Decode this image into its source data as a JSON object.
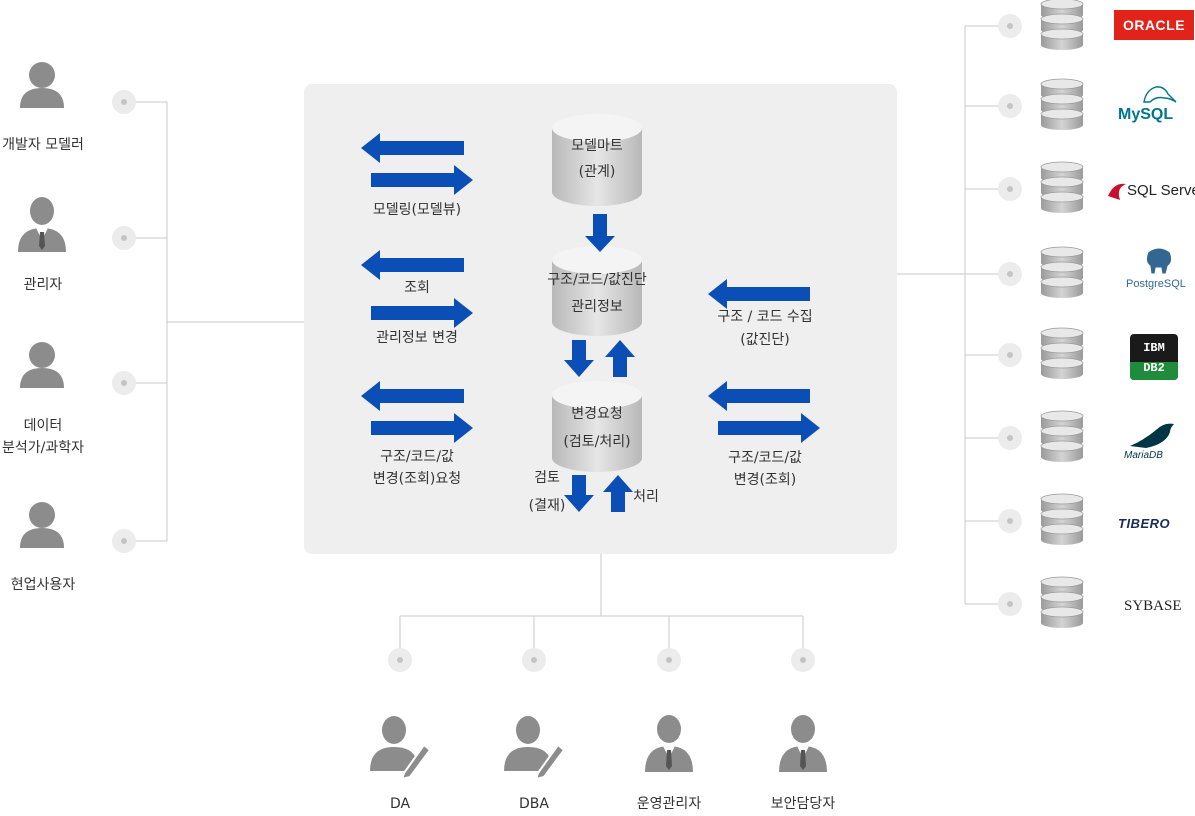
{
  "left_users": [
    {
      "label": "개발자 모델러",
      "icon": "user-icon"
    },
    {
      "label": "관리자",
      "icon": "manager-icon"
    },
    {
      "label": "데이터\n분석가/과학자",
      "icon": "user-icon"
    },
    {
      "label": "현업사용자",
      "icon": "user-icon"
    }
  ],
  "center": {
    "cyl_mart_line1": "모델마트",
    "cyl_mart_line2": "(관계)",
    "cyl_mgmt_line1": "구조/코드/값진단",
    "cyl_mgmt_line2": "관리정보",
    "cyl_change_line1": "변경요청",
    "cyl_change_line2": "(검토/처리)",
    "arrow_modeling": "모델링(모델뷰)",
    "arrow_query": "조회",
    "arrow_mgmt_change": "관리정보 변경",
    "arrow_request_line1": "구조/코드/값",
    "arrow_request_line2": "변경(조회)요청",
    "review_line1": "검토",
    "review_line2": "(결재)",
    "process": "처리",
    "collect_line1": "구조 / 코드 수집",
    "collect_line2": "(값진단)",
    "right_change_line1": "구조/코드/값",
    "right_change_line2": "변경(조회)"
  },
  "bottom_users": [
    {
      "label": "DA",
      "icon": "user-pen-icon"
    },
    {
      "label": "DBA",
      "icon": "user-pen-icon"
    },
    {
      "label": "운영관리자",
      "icon": "manager-icon"
    },
    {
      "label": "보안담당자",
      "icon": "manager-icon"
    }
  ],
  "databases": [
    {
      "logo": "ORACLE",
      "color": "#e2231a"
    },
    {
      "logo": "MySQL",
      "color": "#00758f"
    },
    {
      "logo": "SQL Server",
      "color": "#222222"
    },
    {
      "logo": "PostgreSQL",
      "color": "#336791"
    },
    {
      "logo": "IBM DB2",
      "color": "#1e8c3a"
    },
    {
      "logo": "MariaDB",
      "color": "#003545"
    },
    {
      "logo": "TIBERO",
      "color": "#1a2a5a"
    },
    {
      "logo": "SYBASE",
      "color": "#222222"
    }
  ],
  "colors": {
    "arrow": "#0b4eb5",
    "line": "#c8c8c8",
    "person": "#8c8c8c",
    "panel": "#efefef"
  }
}
